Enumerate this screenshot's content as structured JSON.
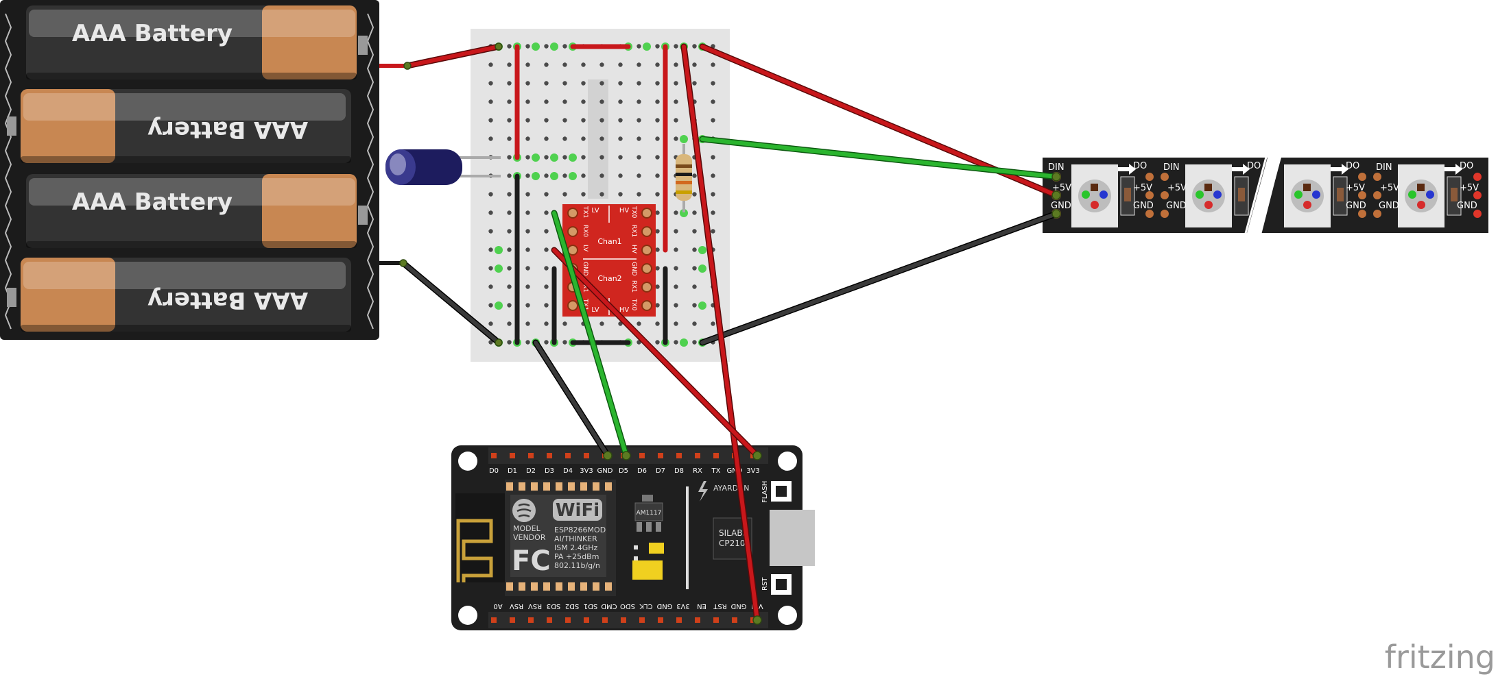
{
  "battery_pack": {
    "cells": [
      {
        "label": "AAA Battery",
        "flipped": false
      },
      {
        "label": "AAA Battery",
        "flipped": true
      },
      {
        "label": "AAA Battery",
        "flipped": false
      },
      {
        "label": "AAA Battery",
        "flipped": true
      }
    ]
  },
  "level_shifter": {
    "channel_1": "Chan1",
    "channel_2": "Chan2",
    "top_left": "LV",
    "top_right": "HV",
    "bottom_left": "LV",
    "bottom_right": "HV",
    "left_pins": [
      "TX1",
      "RX0",
      "LV",
      "GND",
      "RX1",
      "TX1"
    ],
    "right_pins": [
      "TX0",
      "RX1",
      "HV",
      "GND",
      "RX1",
      "TX0"
    ]
  },
  "led_strip": {
    "din": "DIN",
    "do": "DO",
    "vcc": "+5V",
    "gnd": "GND"
  },
  "nodemcu": {
    "top_pins": [
      "D0",
      "D1",
      "D2",
      "D3",
      "D4",
      "3V3",
      "GND",
      "D5",
      "D6",
      "D7",
      "D8",
      "RX",
      "TX",
      "GND",
      "3V3"
    ],
    "bottom_pins": [
      "A0",
      "RSV",
      "RSV",
      "SD3",
      "SD2",
      "SD1",
      "CMD",
      "SDO",
      "CLK",
      "GND",
      "3V3",
      "EN",
      "RST",
      "GND",
      "VIN"
    ],
    "flash_label": "FLASH",
    "rst_label": "RST",
    "wifi_label": "WiFi",
    "model_label": "MODEL",
    "vendor_label": "VENDOR",
    "module_lines": [
      "ESP8266MOD",
      "AI/THINKER",
      "ISM 2.4GHz",
      "PA +25dBm",
      "802.11b/g/n"
    ],
    "fc_label": "FC",
    "regulator_label": "AM1117",
    "usb_chip_lines": [
      "SILABS",
      "CP210"
    ],
    "brand_label": "AYARDUN"
  },
  "watermark": "fritzing",
  "colors": {
    "wire_red": "#c8171b",
    "wire_black": "#2a2a2a",
    "wire_green": "#2bb52f",
    "battery_copper": "#c88752",
    "board_black": "#1f1f1f",
    "shifter_red": "#d0261f",
    "breadboard": "#e4e4e4"
  }
}
